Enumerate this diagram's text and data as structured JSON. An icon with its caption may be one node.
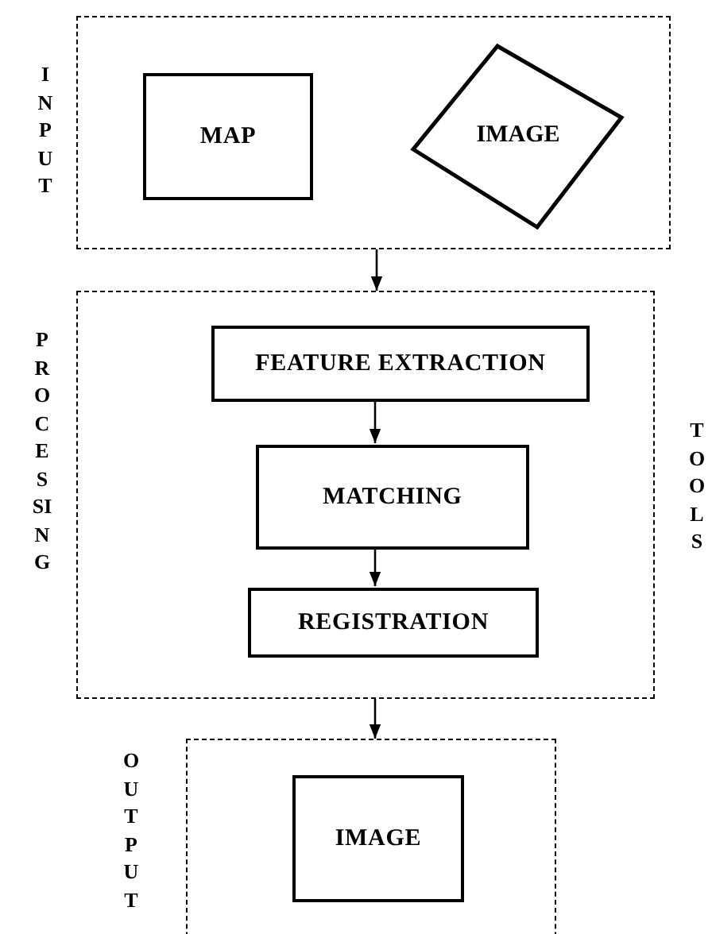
{
  "diagram": {
    "nodes": [
      {
        "text": [
          "INPUT"
        ]
      },
      {
        "text": [
          "MAP"
        ],
        "in": 0
      },
      {
        "text": [
          "IMAGE"
        ],
        "in": 0
      },
      {
        "text": [
          "PROCESSING"
        ]
      },
      {
        "text": [
          "FEATURE EXTRACTION"
        ],
        "in": 3
      },
      {
        "text": [
          "MATCHING"
        ],
        "in": 3
      },
      {
        "text": [
          "REGISTRATION"
        ],
        "in": 3
      },
      {
        "text": [
          "OUTPUT"
        ]
      },
      {
        "text": [
          "IMAGE"
        ],
        "in": 7
      }
    ],
    "edges": [
      {
        "from": 0,
        "to": 3,
        "arrow": "to"
      },
      {
        "from": 4,
        "to": 5,
        "arrow": "to"
      },
      {
        "from": 5,
        "to": 6,
        "arrow": "to"
      },
      {
        "from": 3,
        "to": 7,
        "arrow": "to"
      }
    ],
    "labels": [
      "TOOLS"
    ]
  }
}
